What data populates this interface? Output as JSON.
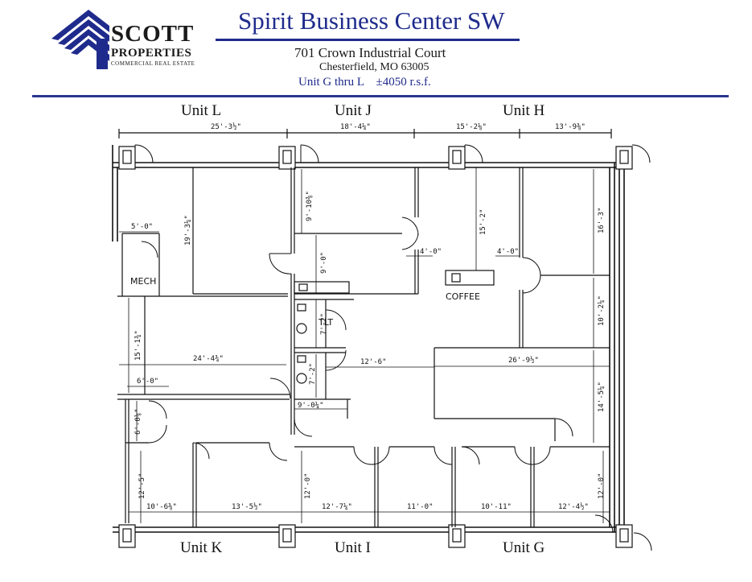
{
  "logo": {
    "name": "SCOTT",
    "line2": "PROPERTIES",
    "tagline": "COMMERCIAL REAL ESTATE"
  },
  "header": {
    "title": "Spirit Business Center SW",
    "address_line1": "701 Crown Industrial Court",
    "address_line2": "Chesterfield, MO  63005",
    "units_area": "Unit G thru L    ±4050 r.s.f."
  },
  "units": {
    "top": [
      "Unit L",
      "Unit J",
      "Unit H"
    ],
    "bottom": [
      "Unit K",
      "Unit I",
      "Unit G"
    ]
  },
  "rooms": {
    "mech": "MECH",
    "coffee": "COFFEE",
    "tlt": "TLT"
  },
  "dimensions": {
    "top_l": "25'-3½\"",
    "top_j": "18'-4¼\"",
    "top_h1": "15'-2⅛\"",
    "top_h2": "13'-9⅜\"",
    "d_9_10": "9'-10⅜\"",
    "d_19_3": "19'-3¼\"",
    "d_15_2": "15'-2\"",
    "d_16_3": "16'-3\"",
    "d_5_0": "5'-0\"",
    "d_9_0": "9'-0\"",
    "d_4_0a": "4'-0\"",
    "d_4_0b": "4'-0\"",
    "d_7_2a": "7'-2\"",
    "d_10_2": "10'-2¼\"",
    "d_15_1": "15'-1¾\"",
    "d_24_4": "24'-4¾\"",
    "d_12_6": "12'-6\"",
    "d_26_9": "26'-9½\"",
    "d_7_2b": "7'-2\"",
    "d_6_0": "6'-0\"",
    "d_14_5": "14'-5¼\"",
    "d_9_0b": "9'-0¼\"",
    "d_6_0b": "6'-0⅛\"",
    "d_12_5": "12'-5\"",
    "d_12_0a": "12'-0\"",
    "d_12_0b": "12'-0\"",
    "bot_10_6": "10'-6⅜\"",
    "bot_13_5": "13'-5½\"",
    "bot_12_7": "12'-7¼\"",
    "bot_11_0": "11'-0\"",
    "bot_10_11": "10'-11\"",
    "bot_12_4": "12'-4½\""
  },
  "colors": {
    "brand_blue": "#1f2b8c",
    "line": "#111111"
  }
}
